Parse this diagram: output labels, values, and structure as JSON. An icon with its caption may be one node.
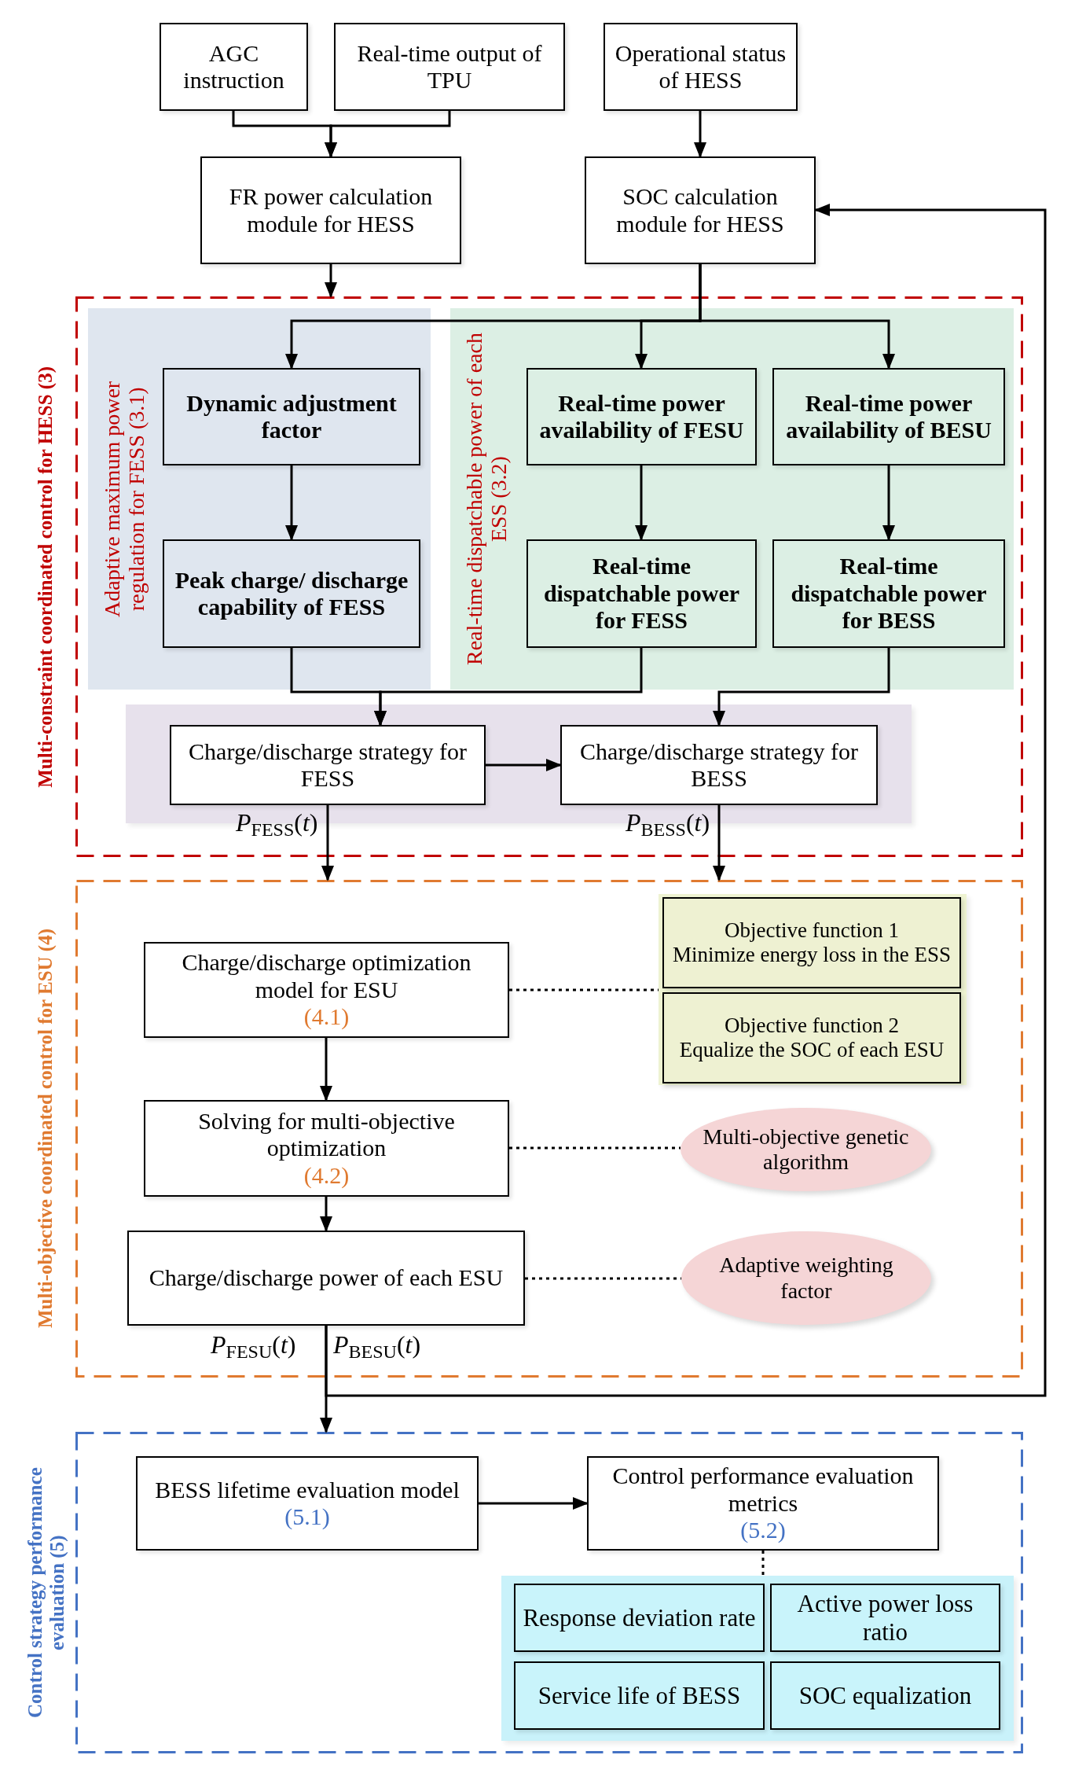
{
  "diagram": {
    "nodes": [
      {
        "text": [
          "AGC instruction"
        ]
      },
      {
        "text": [
          "Real-time output of TPU"
        ]
      },
      {
        "text": [
          "Operational status of HESS"
        ]
      },
      {
        "text": [
          "FR power calculation module for HESS"
        ]
      },
      {
        "text": [
          "SOC calculation module for HESS"
        ]
      },
      {
        "text": [
          "Multi-constraint coordinated control for HESS (3)"
        ]
      },
      {
        "text": [
          "Adaptive maximum power regulation for FESS (3.1)"
        ],
        "in": 5
      },
      {
        "text": [
          "Real-time dispatchable power of each ESS (3.2)"
        ],
        "in": 5
      },
      {
        "text": [
          "Dynamic adjustment factor"
        ],
        "in": 6
      },
      {
        "text": [
          "Peak charge/ discharge capability of FESS"
        ],
        "in": 6
      },
      {
        "text": [
          "Real-time power availability of FESU"
        ],
        "in": 7
      },
      {
        "text": [
          "Real-time power availability of BESU"
        ],
        "in": 7
      },
      {
        "text": [
          "Real-time dispatchable power for FESS"
        ],
        "in": 7
      },
      {
        "text": [
          "Real-time dispatchable power for BESS"
        ],
        "in": 7
      },
      {
        "text": [],
        "shape": "box",
        "in": 5
      },
      {
        "text": [
          "Charge/discharge strategy for FESS"
        ],
        "in": 14
      },
      {
        "text": [
          "Charge/discharge strategy for BESS"
        ],
        "in": 14
      },
      {
        "text": [
          "Multi-objective coordinated control for ESU (4)"
        ]
      },
      {
        "text": [
          "Charge/discharge optimization model for ESU",
          "(4.1)"
        ],
        "in": 17
      },
      {
        "text": [],
        "shape": "box",
        "in": 17
      },
      {
        "text": [
          "Objective function 1",
          "Minimize energy loss in the ESS"
        ],
        "in": 19
      },
      {
        "text": [
          "Objective function 2",
          "Equalize the SOC of each ESU"
        ],
        "in": 19
      },
      {
        "text": [
          "Solving for multi-objective optimization",
          "(4.2)"
        ],
        "in": 17
      },
      {
        "text": [
          "Multi-objective genetic algorithm"
        ],
        "in": 17
      },
      {
        "text": [
          "Charge/discharge power of each ESU"
        ],
        "in": 17
      },
      {
        "text": [
          "Adaptive weighting factor"
        ],
        "in": 17
      },
      {
        "text": [
          "Control strategy performance evaluation (5)"
        ]
      },
      {
        "text": [
          "BESS lifetime evaluation model",
          "(5.1)"
        ],
        "in": 26
      },
      {
        "text": [
          "Control performance evaluation metrics",
          "(5.2)"
        ],
        "in": 26
      },
      {
        "text": [],
        "shape": "box",
        "in": 26
      },
      {
        "text": [
          "Response deviation rate"
        ],
        "in": 29
      },
      {
        "text": [
          "Active power loss ratio"
        ],
        "in": 29
      },
      {
        "text": [
          "Service life of BESS"
        ],
        "in": 29
      },
      {
        "text": [
          "SOC equalization"
        ],
        "in": 29
      }
    ],
    "edges": [
      {
        "from": 0,
        "to": 3,
        "arrow": "to"
      },
      {
        "from": 1,
        "to": 3,
        "arrow": "to"
      },
      {
        "from": 2,
        "to": 4,
        "arrow": "to"
      },
      {
        "from": 3,
        "to": 5,
        "arrow": "to"
      },
      {
        "from": 4,
        "to": 8,
        "arrow": "to"
      },
      {
        "from": 4,
        "to": 10,
        "arrow": "to"
      },
      {
        "from": 4,
        "to": 11,
        "arrow": "to"
      },
      {
        "from": 8,
        "to": 9,
        "arrow": "to"
      },
      {
        "from": 10,
        "to": 12,
        "arrow": "to"
      },
      {
        "from": 11,
        "to": 13,
        "arrow": "to"
      },
      {
        "from": 9,
        "to": 15,
        "arrow": "to"
      },
      {
        "from": 12,
        "to": 15,
        "arrow": "to"
      },
      {
        "from": 13,
        "to": 16,
        "arrow": "to"
      },
      {
        "from": 15,
        "to": 16,
        "arrow": "to"
      },
      {
        "from": 15,
        "to": 17,
        "arrow": "to",
        "label": "*P*$_{FESS}$(*t*)"
      },
      {
        "from": 16,
        "to": 17,
        "arrow": "to",
        "label": "*P*$_{BESS}$(*t*)"
      },
      {
        "from": 18,
        "to": 19,
        "arrow": "none",
        "style": "dashed"
      },
      {
        "from": 18,
        "to": 22,
        "arrow": "to"
      },
      {
        "from": 22,
        "to": 23,
        "arrow": "none",
        "style": "dashed"
      },
      {
        "from": 22,
        "to": 24,
        "arrow": "to"
      },
      {
        "from": 24,
        "to": 25,
        "arrow": "none",
        "style": "dashed"
      },
      {
        "from": 24,
        "to": 26,
        "arrow": "to"
      },
      {
        "from": 24,
        "to": 4,
        "arrow": "to"
      },
      {
        "from": 27,
        "to": 28,
        "arrow": "to"
      },
      {
        "from": 28,
        "to": 29,
        "arrow": "none",
        "style": "dashed"
      }
    ],
    "labels": [
      "*P*$_{FESU}$(*t*)",
      "*P*$_{BESU}$(*t*)"
    ]
  }
}
